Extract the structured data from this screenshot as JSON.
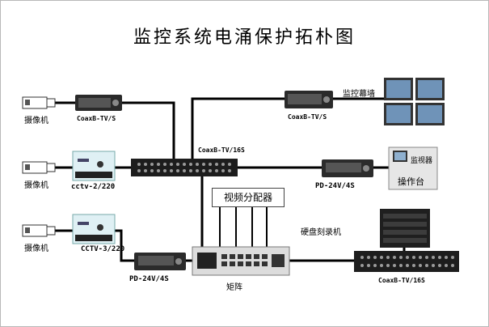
{
  "title": "监控系统电涌保护拓朴图",
  "labels": {
    "camera1": "摄像机",
    "camera2": "摄像机",
    "camera3": "摄像机",
    "wall": "监控幕墙",
    "monitor": "监视器",
    "console": "操作台",
    "distributor": "视频分配器",
    "dvr": "硬盘刻录机",
    "matrix": "矩阵"
  },
  "devices": {
    "coax1": "CoaxB-TV/S",
    "coax2": "CoaxB-TV/S",
    "coax16_top": "CoaxB-TV/16S",
    "coax16_bottom": "CoaxB-TV/16S",
    "cctv1": "cctv-2/220",
    "cctv2": "CCTV-3/220",
    "pd1": "PD-24V/4S",
    "pd2": "PD-24V/4S"
  }
}
